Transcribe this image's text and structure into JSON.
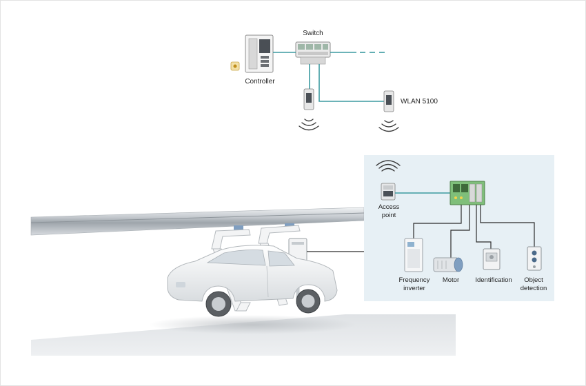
{
  "network": {
    "switch_label": "Switch",
    "controller_label": "Controller",
    "wlan_label": "WLAN 5100"
  },
  "inset": {
    "access_point_label_line1": "Access",
    "access_point_label_line2": "point",
    "devices": [
      {
        "line1": "Frequency",
        "line2": "inverter"
      },
      {
        "line1": "Motor",
        "line2": ""
      },
      {
        "line1": "Identification",
        "line2": ""
      },
      {
        "line1": "Object",
        "line2": "detection"
      }
    ]
  },
  "colors": {
    "link": "#3b9aa0",
    "wire": "#2b2b2b",
    "inset_bg": "#e7f0f5",
    "rail": "#c9ced3",
    "hanger_cap": "#7f9ec0",
    "floor": "#e6e8ea"
  }
}
